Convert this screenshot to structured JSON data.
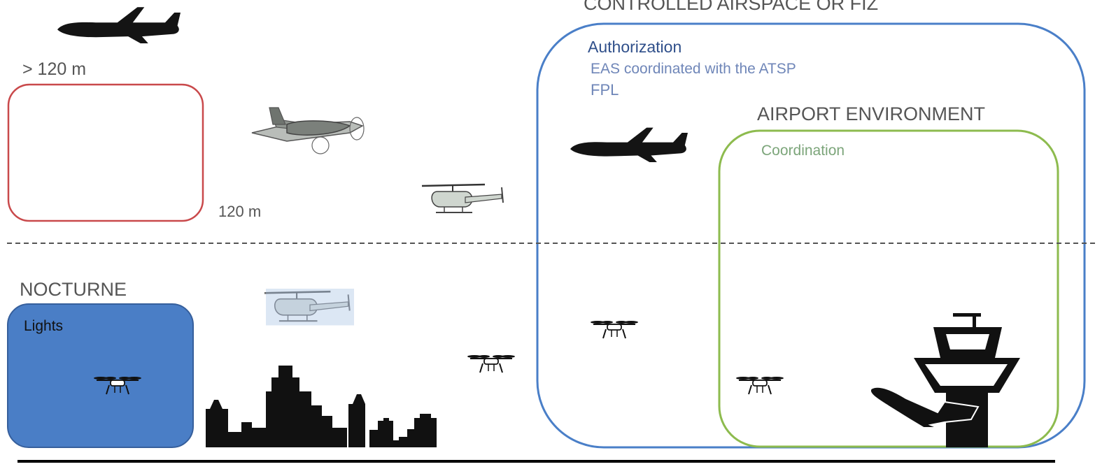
{
  "zones": {
    "controlled_airspace": {
      "title": "CONTROLLED AIRSPACE OR FIZ",
      "color": "#4a7fc8"
    },
    "authorization": {
      "label": "Authorization"
    },
    "eas": {
      "label": "EAS coordinated with the ATSP"
    },
    "fpl": {
      "label": "FPL"
    },
    "airport_environment": {
      "title": "AIRPORT ENVIRONMENT",
      "color": "#8dbb4e"
    },
    "coordination": {
      "label": "Coordination"
    },
    "above_limit": {
      "label": "> 120 m",
      "color": "#c9494b"
    },
    "altitude_limit": {
      "label": "120 m"
    },
    "nocturne": {
      "title": "NOCTURNE",
      "fill": "#4a7ec6"
    },
    "lights": {
      "label": "Lights"
    }
  },
  "icons": [
    "airliner-icon",
    "light-aircraft-icon",
    "helicopter-icon",
    "drone-icon",
    "city-skyline-icon",
    "control-tower-icon"
  ]
}
